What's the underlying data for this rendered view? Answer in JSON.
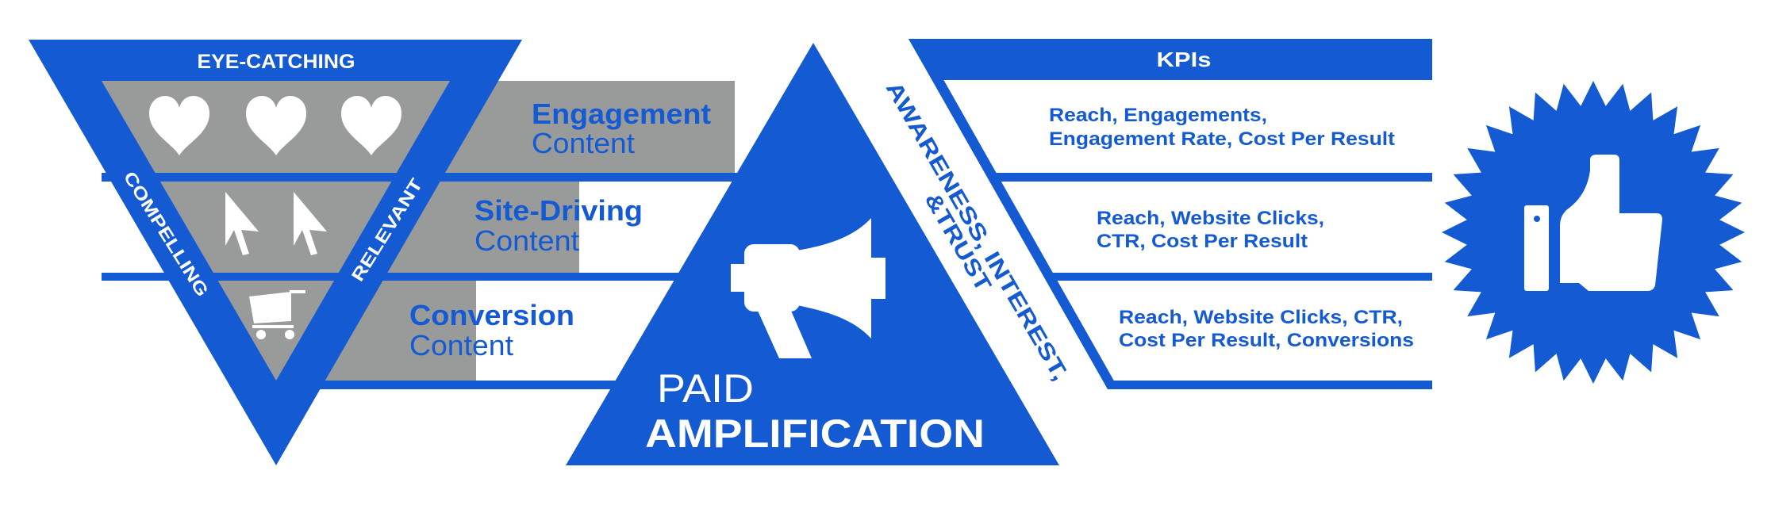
{
  "colors": {
    "brand_blue": "#145AD2",
    "gray": "#999A9A",
    "white": "#FFFFFF"
  },
  "funnel": {
    "top_label": "EYE-CATCHING",
    "left_label": "COMPELLING",
    "right_label": "RELEVANT",
    "rows": [
      {
        "title": "Engagement",
        "subtitle": "Content",
        "icon": "heart-icon"
      },
      {
        "title": "Site-Driving",
        "subtitle": "Content",
        "icon": "cursor-icon"
      },
      {
        "title": "Conversion",
        "subtitle": "Content",
        "icon": "shopping-cart-icon"
      }
    ]
  },
  "amplification": {
    "line1": "PAID",
    "line2": "AMPLIFICATION",
    "icon": "megaphone-icon"
  },
  "stage": {
    "line1": "AWARENESS, INTEREST,",
    "line2": "&TRUST"
  },
  "kpis": {
    "header": "KPIs",
    "rows": [
      {
        "line1": "Reach, Engagements,",
        "line2": "Engagement Rate, Cost Per Result"
      },
      {
        "line1": "Reach, Website Clicks,",
        "line2": "CTR, Cost Per Result"
      },
      {
        "line1": "Reach, Website Clicks, CTR,",
        "line2": "Cost Per Result, Conversions"
      }
    ]
  },
  "badge": {
    "icon": "thumbs-up-icon"
  }
}
